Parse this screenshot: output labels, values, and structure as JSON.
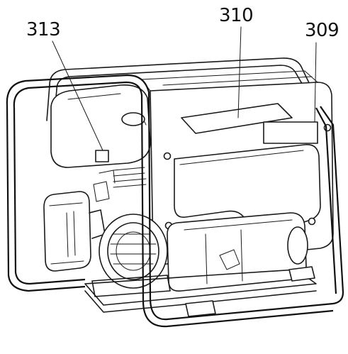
{
  "callouts": [
    {
      "id": "313",
      "label": "313"
    },
    {
      "id": "310",
      "label": "310"
    },
    {
      "id": "309",
      "label": "309"
    }
  ],
  "colors": {
    "line": "#1a1a1a",
    "background": "#ffffff"
  }
}
